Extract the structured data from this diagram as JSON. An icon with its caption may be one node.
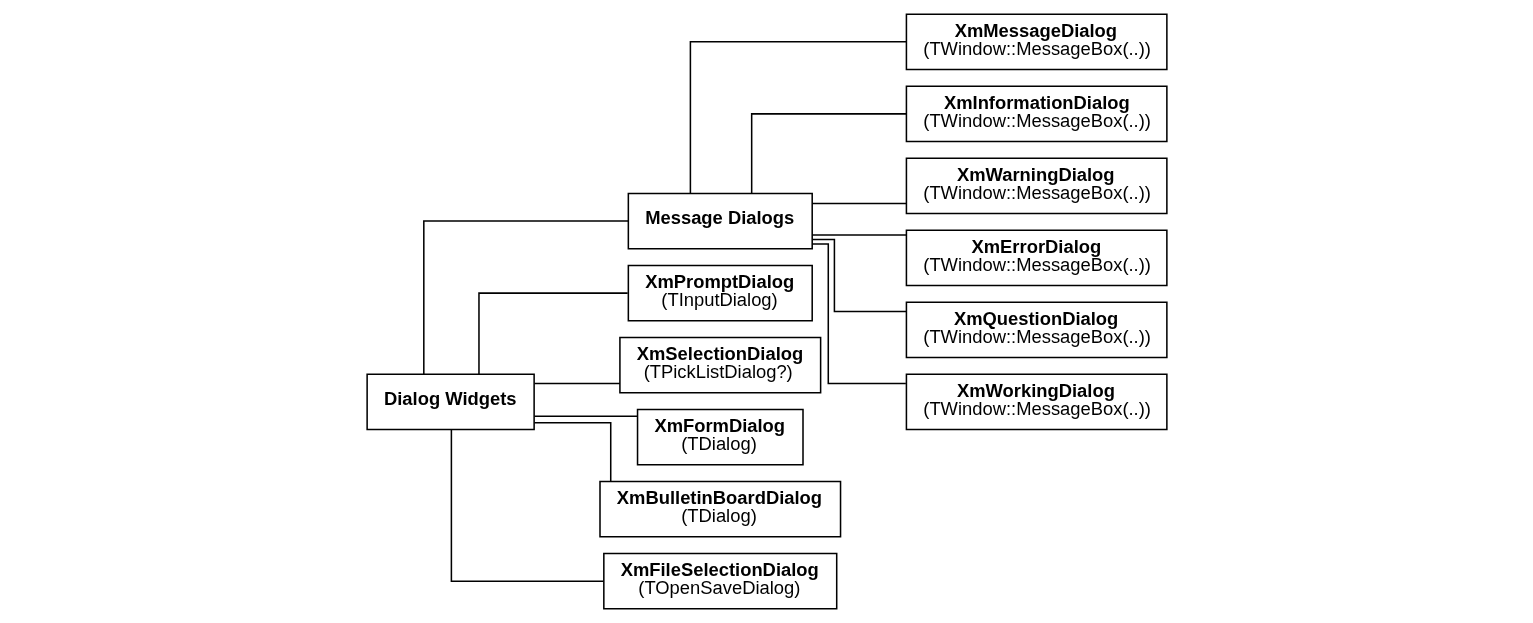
{
  "diagram": {
    "nodes": [
      {
        "text": [
          "Dialog Widgets"
        ]
      },
      {
        "text": [
          "Message Dialogs"
        ]
      },
      {
        "text": [
          "XmMessageDialog",
          "(TWindow::MessageBox(..))"
        ]
      },
      {
        "text": [
          "XmInformationDialog",
          "(TWindow::MessageBox(..))"
        ]
      },
      {
        "text": [
          "XmWarningDialog",
          "(TWindow::MessageBox(..))"
        ]
      },
      {
        "text": [
          "XmErrorDialog",
          "(TWindow::MessageBox(..))"
        ]
      },
      {
        "text": [
          "XmQuestionDialog",
          "(TWindow::MessageBox(..))"
        ]
      },
      {
        "text": [
          "XmWorkingDialog",
          "(TWindow::MessageBox(..))"
        ]
      },
      {
        "text": [
          "XmPromptDialog",
          "(TInputDialog)"
        ]
      },
      {
        "text": [
          "XmSelectionDialog",
          "(TPickListDialog?)"
        ]
      },
      {
        "text": [
          "XmFormDialog",
          "(TDialog)"
        ]
      },
      {
        "text": [
          "XmBulletinBoardDialog",
          "(TDialog)"
        ]
      },
      {
        "text": [
          "XmFileSelectionDialog",
          "(TOpenSaveDialog)"
        ]
      }
    ],
    "edges": [
      {
        "from": 0,
        "to": 1,
        "arrow": "none"
      },
      {
        "from": 0,
        "to": 8,
        "arrow": "none"
      },
      {
        "from": 0,
        "to": 9,
        "arrow": "none"
      },
      {
        "from": 0,
        "to": 10,
        "arrow": "none"
      },
      {
        "from": 0,
        "to": 11,
        "arrow": "none"
      },
      {
        "from": 0,
        "to": 12,
        "arrow": "none"
      },
      {
        "from": 1,
        "to": 2,
        "arrow": "none"
      },
      {
        "from": 1,
        "to": 3,
        "arrow": "none"
      },
      {
        "from": 1,
        "to": 4,
        "arrow": "none"
      },
      {
        "from": 1,
        "to": 5,
        "arrow": "none"
      },
      {
        "from": 1,
        "to": 6,
        "arrow": "none"
      },
      {
        "from": 1,
        "to": 7,
        "arrow": "none"
      }
    ]
  }
}
